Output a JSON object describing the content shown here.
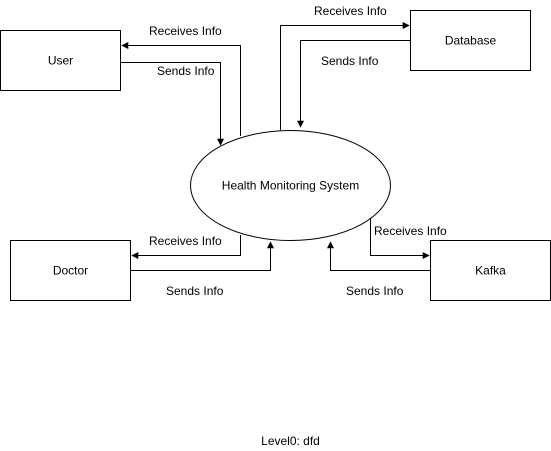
{
  "nodes": {
    "user": "User",
    "database": "Database",
    "system": "Health Monitoring System",
    "doctor": "Doctor",
    "kafka": "Kafka"
  },
  "flows": {
    "user_receives": "Receives Info",
    "user_sends": "Sends Info",
    "database_receives": "Receives Info",
    "database_sends": "Sends Info",
    "doctor_receives": "Receives Info",
    "doctor_sends": "Sends Info",
    "kafka_receives": "Receives Info",
    "kafka_sends": "Sends Info"
  },
  "caption": "Level0: dfd",
  "colors": {
    "stroke": "#000000",
    "fill": "#ffffff",
    "text": "#000000"
  }
}
